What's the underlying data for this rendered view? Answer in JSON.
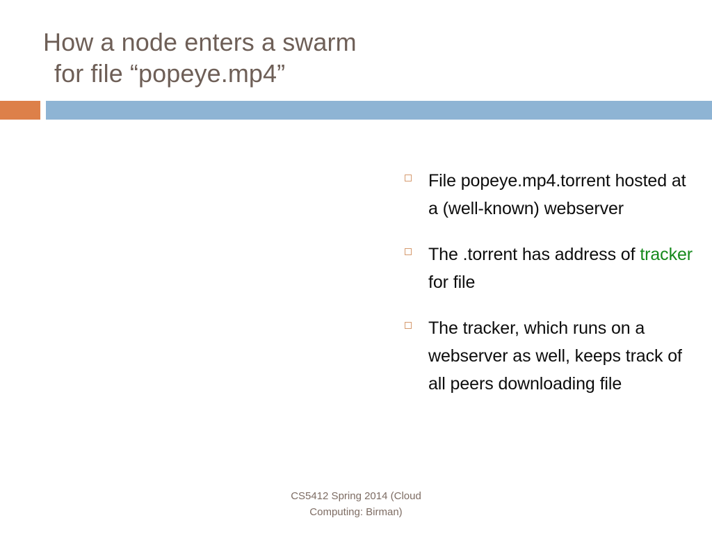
{
  "slide": {
    "background_color": "#ffffff",
    "title": {
      "color": "#6e5f57",
      "line1": "How a node enters a swarm",
      "line2": "for file “popeye.mp4”"
    },
    "accent_bars": {
      "orange_color": "#dd8049",
      "blue_color": "#8eb4d4"
    },
    "body": {
      "bullet_marker_color": "#d59a6e",
      "text_color": "#0d0d0d",
      "highlight_color": "#15891b",
      "bullets": [
        {
          "text_before": "File popeye.mp4.torrent hosted at a (well-known) webserver",
          "highlight": "",
          "text_after": ""
        },
        {
          "text_before": "The .torrent has address of ",
          "highlight": "tracker",
          "text_after": " for file"
        },
        {
          "text_before": "The tracker, which runs on a webserver as well, keeps track of all peers downloading file",
          "highlight": "",
          "text_after": ""
        }
      ]
    },
    "footer": {
      "color": "#7d6c63",
      "line1": "CS5412 Spring 2014 (Cloud",
      "line2": "Computing: Birman)"
    }
  }
}
